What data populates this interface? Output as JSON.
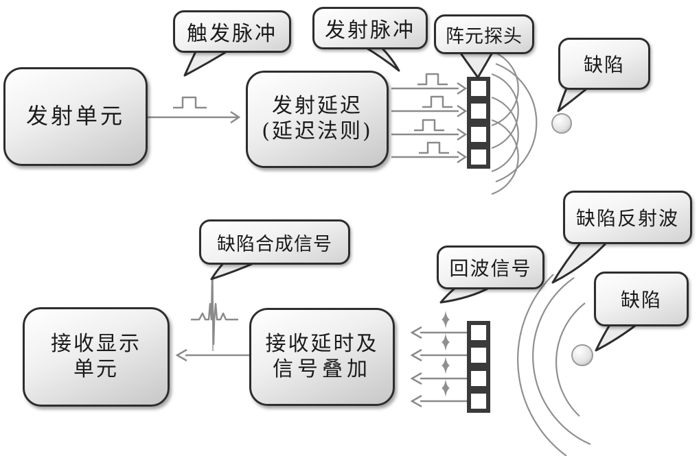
{
  "boxes": {
    "transmit_unit": {
      "label": "发射单元"
    },
    "transmit_delay": {
      "line1": "发射延迟",
      "line2": "(延迟法则)"
    },
    "receive_display": {
      "line1": "接收显示",
      "line2": "单元"
    },
    "receive_superpose": {
      "line1": "接收延时及",
      "line2": "信号叠加"
    }
  },
  "callouts": {
    "trigger_pulse": {
      "label": "触发脉冲"
    },
    "transmit_pulse": {
      "label": "发射脉冲"
    },
    "array_probe": {
      "label": "阵元探头"
    },
    "defect_top": {
      "label": "缺陷"
    },
    "synthesized_signal": {
      "label": "缺陷合成信号"
    },
    "echo_signal": {
      "label": "回波信号"
    },
    "reflected_wave": {
      "label": "缺陷反射波"
    },
    "defect_bottom": {
      "label": "缺陷"
    }
  },
  "array": {
    "element_count": 4,
    "transmit_wavelet_arcs": 4,
    "receive_reflected_arcs": 3
  },
  "colors": {
    "outline_dark": "#2d2d2d",
    "line_gray": "#8a8a8a",
    "fill_light": "#ffffff",
    "fill_shade": "#c7c7c7",
    "text": "#1a1a1a"
  }
}
